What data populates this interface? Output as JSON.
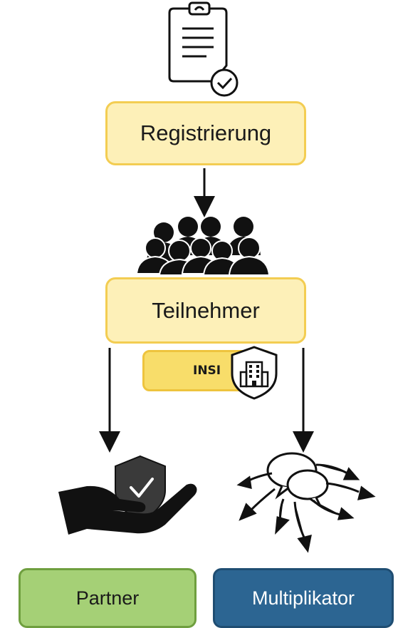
{
  "nodes": {
    "registrierung": "Registrierung",
    "teilnehmer": "Teilnehmer",
    "insi": "INSI",
    "partner": "Partner",
    "multiplikator": "Multiplikator"
  },
  "colors": {
    "yellow_fill": "#fdf0b8",
    "yellow_border": "#f3cd52",
    "insi_fill": "#f8dd6a",
    "partner_fill": "#a5d076",
    "partner_border": "#6f9f3f",
    "multiplikator_fill": "#2c6592",
    "multiplikator_border": "#1f4d72"
  },
  "icons": [
    "clipboard-check-icon",
    "group-people-icon",
    "shield-building-icon",
    "hand-shield-check-icon",
    "speech-bubbles-broadcast-icon"
  ]
}
